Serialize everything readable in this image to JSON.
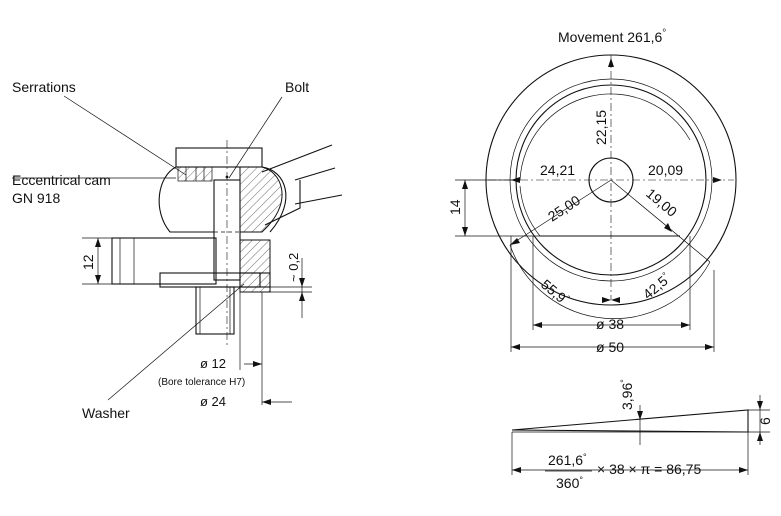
{
  "labels": {
    "serrations": "Serrations",
    "bolt": "Bolt",
    "eccentrical_cam_1": "Eccentrical cam",
    "eccentrical_cam_2": "GN 918",
    "washer": "Washer",
    "movement": "Movement  261,6",
    "deg": "°"
  },
  "side_view": {
    "dim_height": "12",
    "dim_gap": "~ 0,2",
    "dim_bore": "ø 12",
    "bore_tolerance": "(Bore tolerance H7)",
    "dim_outer": "ø 24"
  },
  "top_view": {
    "dim_radial": "22,15",
    "dim_left": "24,21",
    "dim_right": "20,09",
    "dim_r_left": "25,00",
    "dim_r_right": "19,00",
    "dim_height_14": "14",
    "angle_left": "55,9",
    "angle_right": "42,5",
    "dim_d38": "ø 38",
    "dim_d50": "ø 50"
  },
  "profile": {
    "angle": "3,96",
    "height": "6",
    "numerator": "261,6",
    "denominator": "360",
    "formula": "× 38 × π = 86,75"
  }
}
